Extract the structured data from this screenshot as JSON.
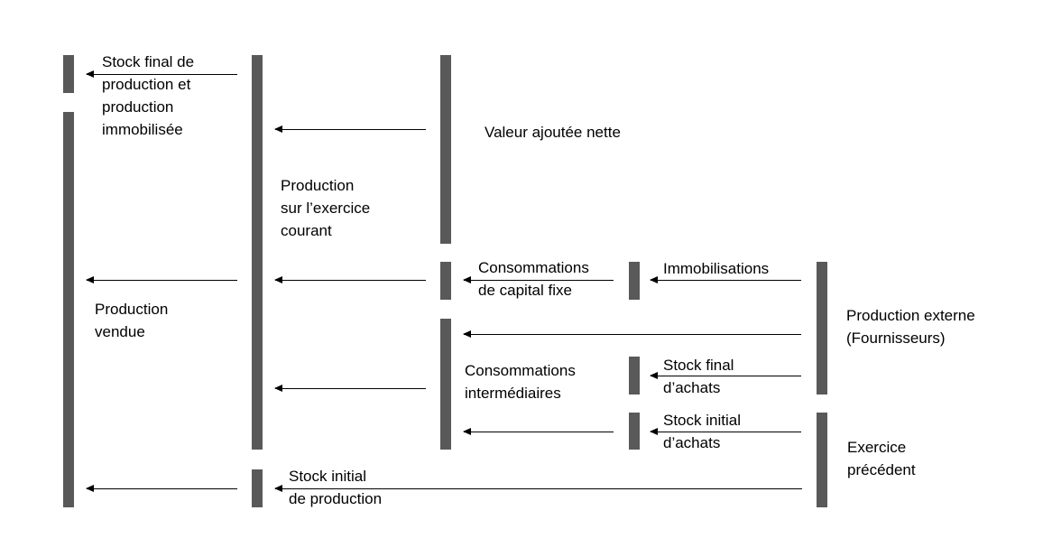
{
  "diagram": {
    "labels": {
      "stock_final_production": "Stock final de\nproduction et\nproduction\nimmobilisée",
      "valeur_ajoutee_nette": "Valeur ajoutée nette",
      "production_exercice_courant": "Production\nsur l’exercice\ncourant",
      "consommations_capital_fixe": "Consommations\nde capital fixe",
      "immobilisations": "Immobilisations",
      "production_vendue": "Production\nvendue",
      "production_externe": "Production externe\n(Fournisseurs)",
      "consommations_intermediaires": "Consommations\nintermédiaires",
      "stock_final_achats": "Stock final\nd’achats",
      "stock_initial_achats": "Stock initial\nd’achats",
      "exercice_precedent": "Exercice\nprécédent",
      "stock_initial_production": "Stock initial\nde production"
    },
    "colors": {
      "bar": "#595959",
      "arrow": "#000000",
      "text": "#000000"
    }
  }
}
